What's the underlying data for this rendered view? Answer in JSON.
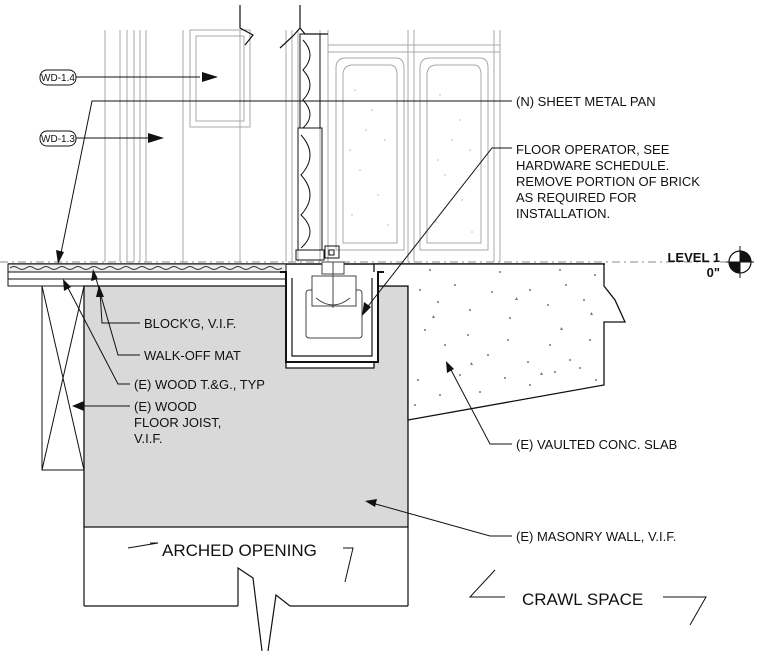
{
  "detail_refs": {
    "wd14": "WD-1.4",
    "wd13": "WD-1.3"
  },
  "level": {
    "name": "LEVEL 1",
    "elevation": "0\""
  },
  "notes": {
    "sheet_metal_pan": "(N) SHEET METAL PAN",
    "floor_operator": [
      "FLOOR OPERATOR, SEE",
      "HARDWARE SCHEDULE.",
      "REMOVE PORTION OF BRICK",
      "AS REQUIRED FOR",
      "INSTALLATION."
    ],
    "blocking": "BLOCK'G, V.I.F.",
    "walk_off_mat": "WALK-OFF MAT",
    "wood_tg": "(E) WOOD T.&G., TYP",
    "floor_joist": [
      "(E) WOOD",
      "FLOOR JOIST,",
      "V.I.F."
    ],
    "vaulted_slab": "(E) VAULTED CONC. SLAB",
    "masonry_wall": "(E) MASONRY WALL, V.I.F."
  },
  "labels": {
    "arched_opening": "ARCHED OPENING",
    "crawl_space": "CRAWL SPACE"
  },
  "colors": {
    "line": "#111111",
    "masonry_fill": "#d9d9d9",
    "light_line": "#9a9a9a"
  }
}
